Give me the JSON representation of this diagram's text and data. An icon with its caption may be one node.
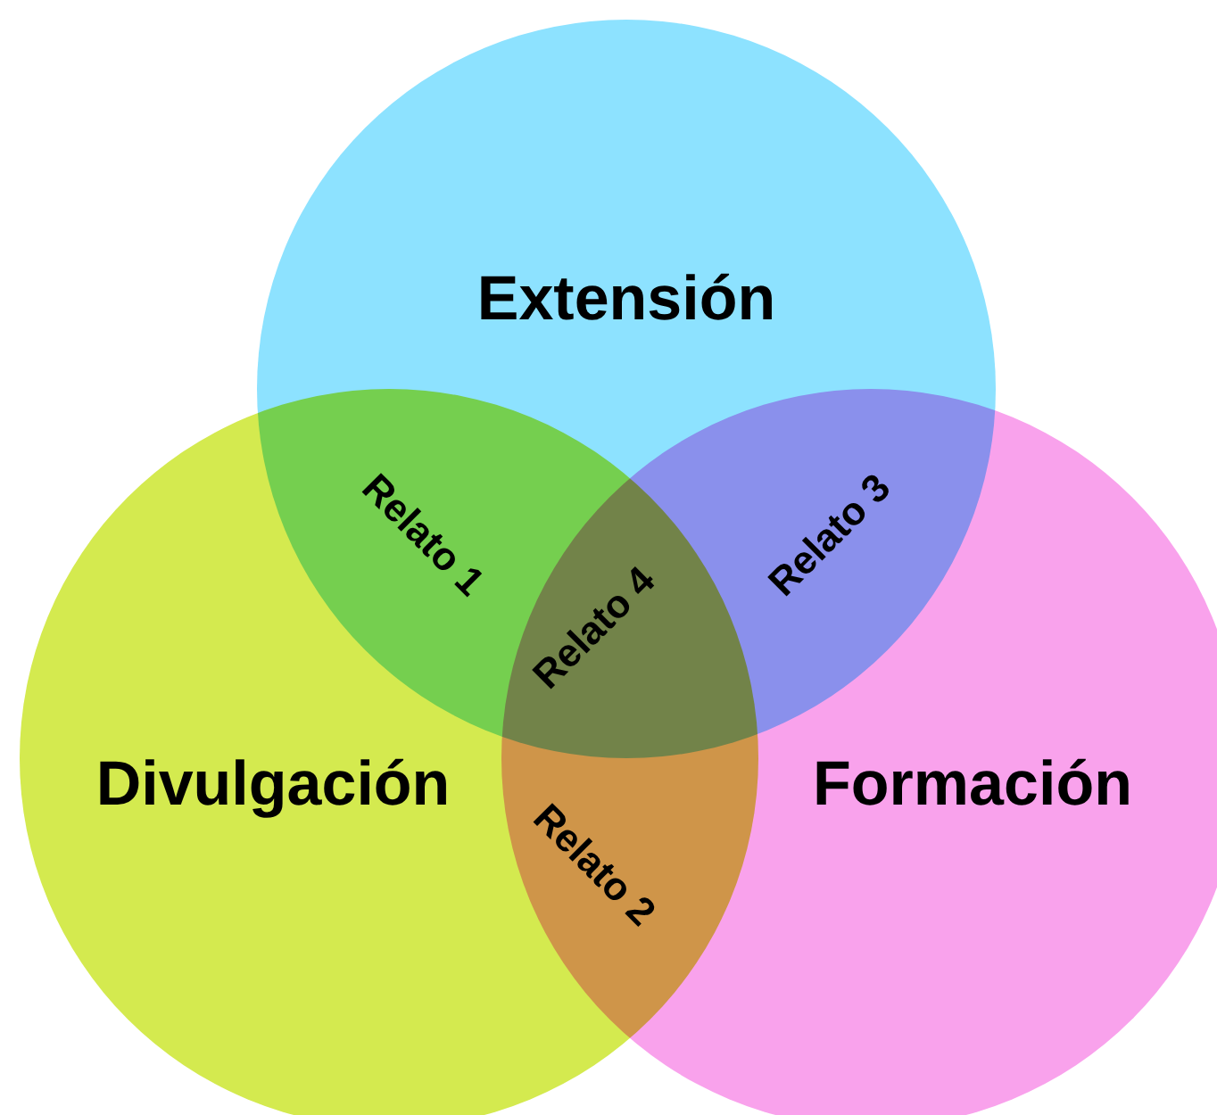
{
  "diagram": {
    "nodes": [
      {
        "text": [
          "Extensión"
        ]
      },
      {
        "text": [
          "Divulgación"
        ]
      },
      {
        "text": [
          "Formación"
        ]
      }
    ],
    "labels": [
      "Relato 1",
      "Relato 3",
      "Relato 4",
      "Relato 2"
    ]
  }
}
